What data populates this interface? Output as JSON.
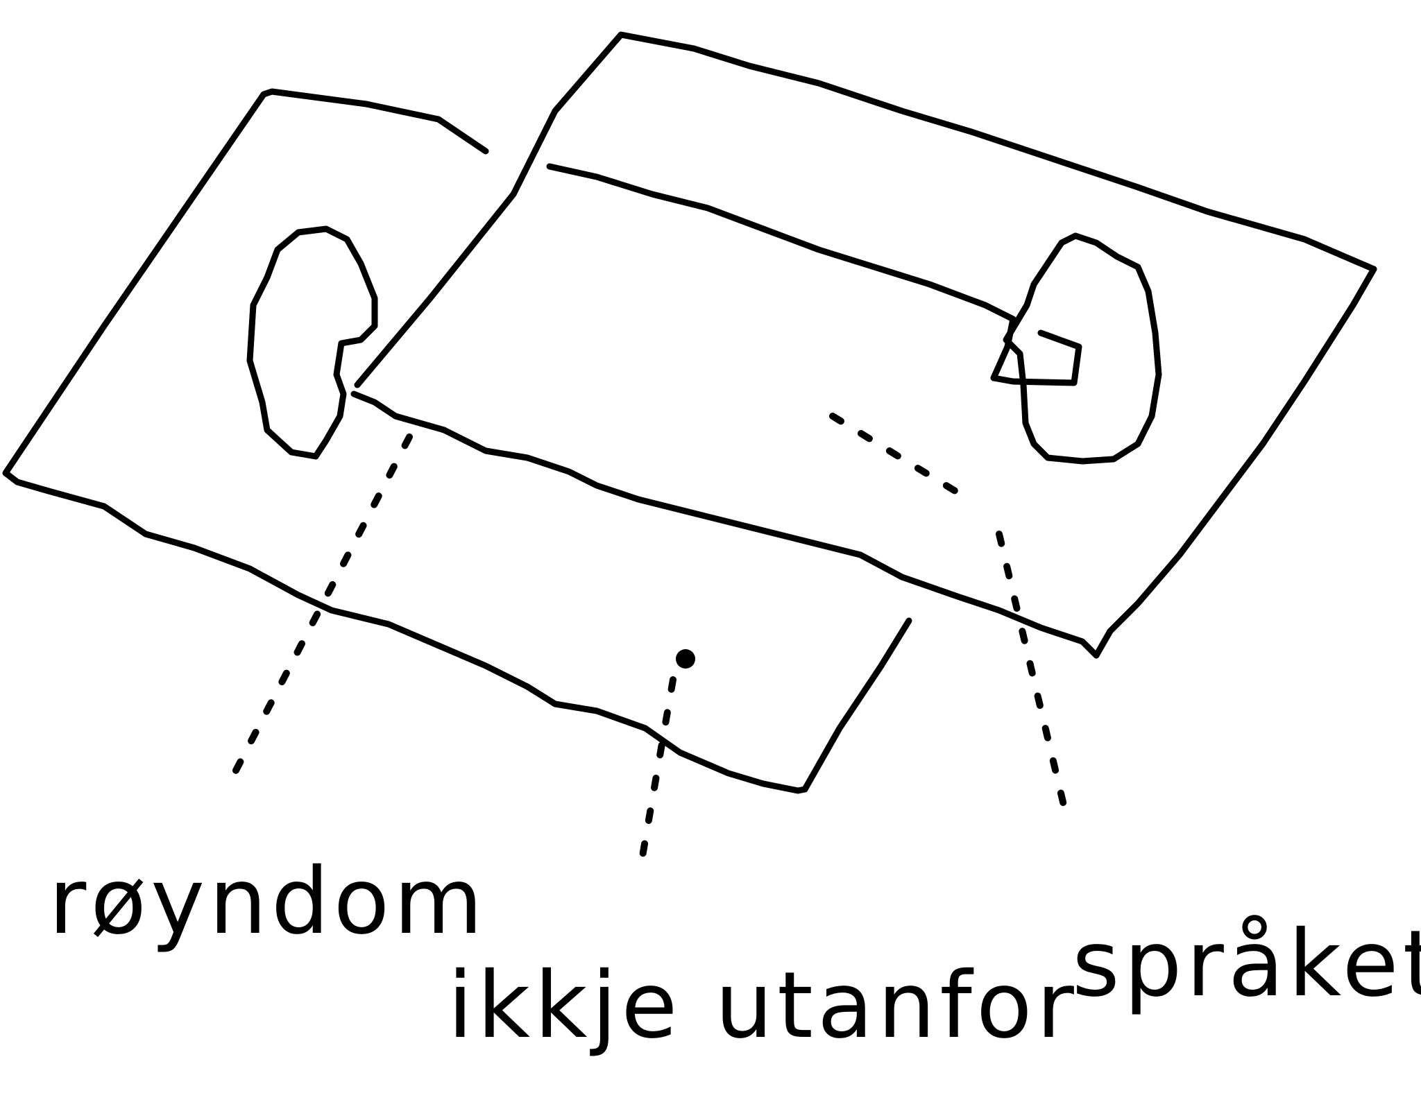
{
  "labels": {
    "left": "røyndom",
    "middle": "ikkje utanfor",
    "right": "språket"
  },
  "colors": {
    "ink": "#000000",
    "paper": "#ffffff"
  }
}
